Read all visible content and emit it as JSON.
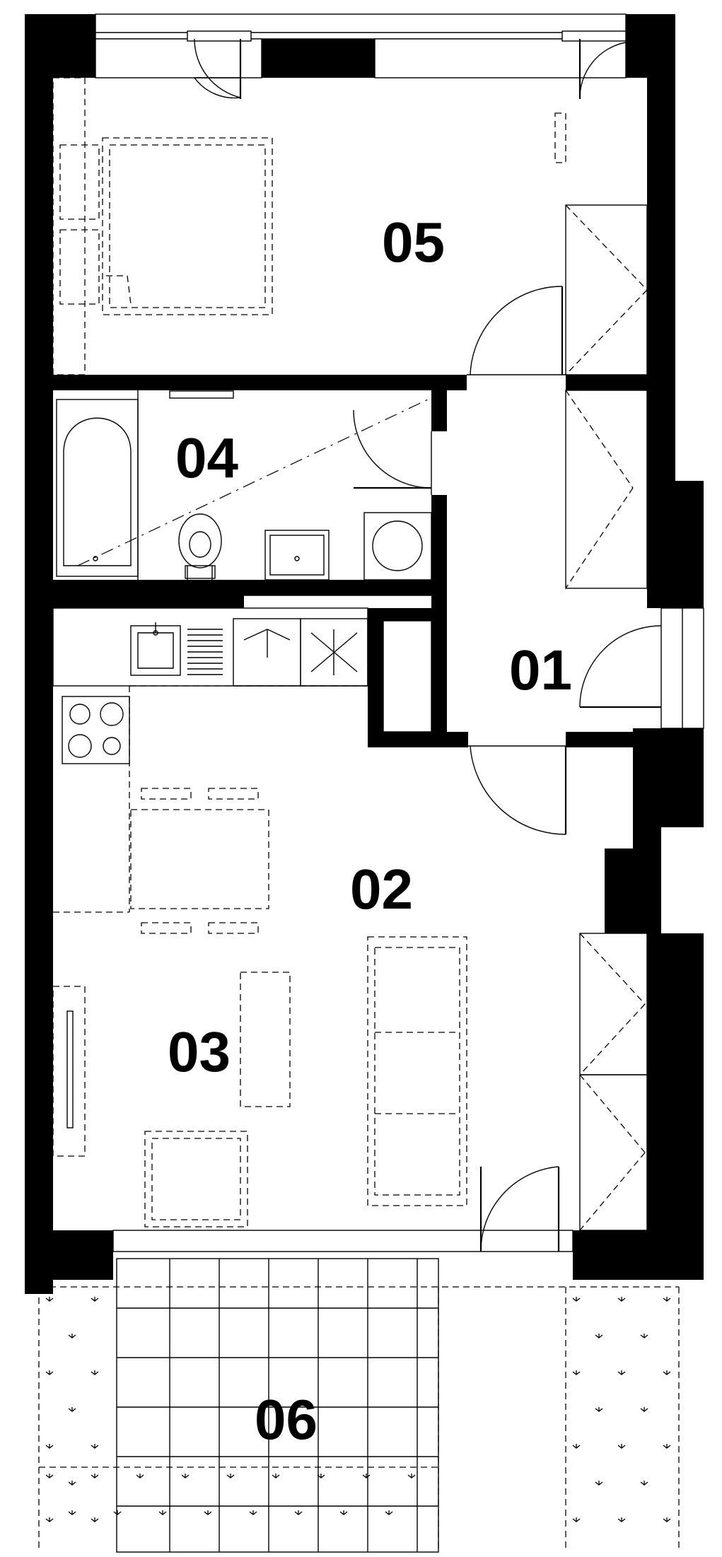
{
  "rooms": [
    {
      "id": "01",
      "label": "01"
    },
    {
      "id": "02",
      "label": "02"
    },
    {
      "id": "03",
      "label": "03"
    },
    {
      "id": "04",
      "label": "04"
    },
    {
      "id": "05",
      "label": "05"
    },
    {
      "id": "06",
      "label": "06"
    }
  ],
  "colors": {
    "wall": "#000000",
    "background": "#ffffff"
  }
}
